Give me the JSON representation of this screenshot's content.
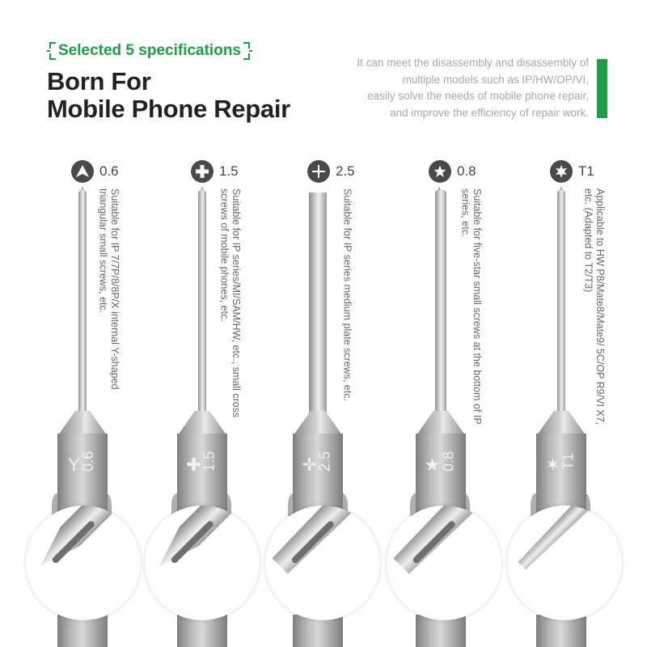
{
  "header": {
    "badge": "Selected 5 specifications",
    "title_line1": "Born For",
    "title_line2": "Mobile Phone Repair",
    "description": [
      "It can meet the disassembly and disassembly of",
      "multiple models such as IP/HW/OP/VI,",
      "easily solve the needs of mobile phone repair,",
      "and improve the efficiency of repair work."
    ]
  },
  "colors": {
    "accent_green": "#1e9e45",
    "title_dark": "#222222",
    "description_gray": "#a8a8a8",
    "icon_circle": "#4a4a4a"
  },
  "specs": [
    {
      "size": "0.6",
      "icon": "y-tri-wing-icon",
      "glyph": "▲",
      "description": "Suitable for IP 7/7P/8/8P/X internal Y-shaped triangular small screws, etc.",
      "collar_label": "0.6",
      "collar_symbol": "Y"
    },
    {
      "size": "1.5",
      "icon": "phillips-cross-icon",
      "glyph": "✚",
      "description": "Suitable for IP series/MI/SAM/HW, etc., small cross screws of mobile phones, etc.",
      "collar_label": "1.5",
      "collar_symbol": "✚"
    },
    {
      "size": "2.5",
      "icon": "cross-plate-icon",
      "glyph": "✛",
      "description": "Suitable for IP series medium plate screws, etc.",
      "collar_label": "2.5",
      "collar_symbol": "✛"
    },
    {
      "size": "0.8",
      "icon": "pentalobe-star-icon",
      "glyph": "★",
      "description": "Suitable for five-star small screws at the bottom of IP series, etc.",
      "collar_label": "0.8",
      "collar_symbol": "★"
    },
    {
      "size": "T1",
      "icon": "torx-star-icon",
      "glyph": "✶",
      "description": "Applicable to HW P8/Mate8/Mate9/ 5C/OP R9/VI X7, etc. (Adapted to T2/T3)",
      "collar_label": "T1",
      "collar_symbol": "✶"
    }
  ]
}
